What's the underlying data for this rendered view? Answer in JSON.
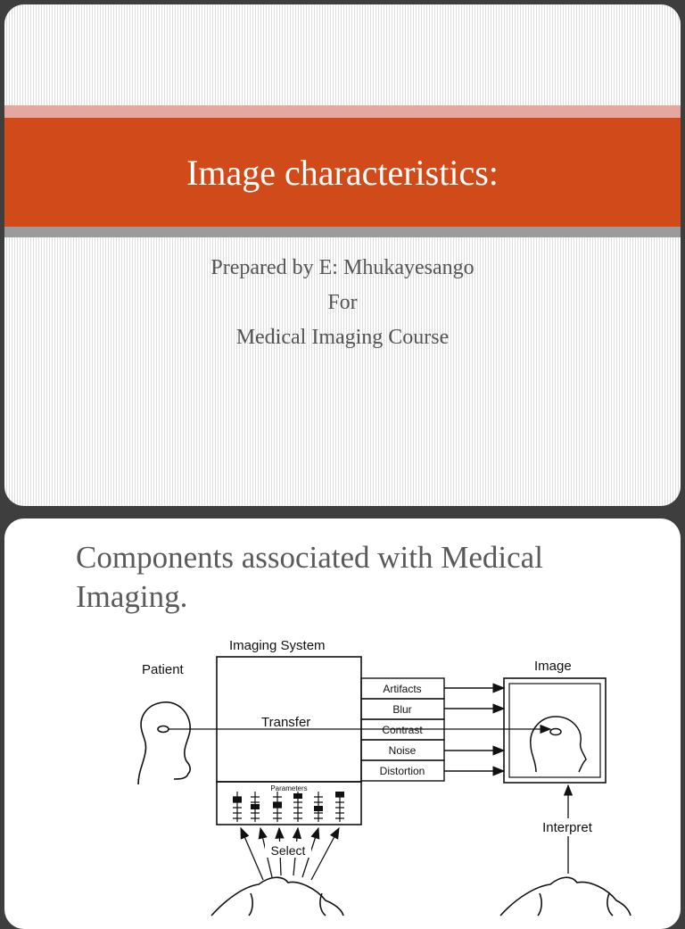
{
  "slide1": {
    "title": "Image characteristics:",
    "subtitle_lines": [
      "Prepared by E: Mhukayesango",
      "For",
      "Medical Imaging Course"
    ],
    "colors": {
      "title_bar": "#d04a1a",
      "accent_bar": "#e4a8a0",
      "shadow_bar": "#9b9b9b"
    }
  },
  "slide2": {
    "heading": "Components associated with Medical Imaging.",
    "diagram": {
      "system_label": "Imaging System",
      "patient_label": "Patient",
      "image_label": "Image",
      "transfer_label": "Transfer",
      "parameters_label": "Parameters",
      "select_label": "Select",
      "interpret_label": "Interpret",
      "characteristics": [
        "Artifacts",
        "Blur",
        "Contrast",
        "Noise",
        "Distortion"
      ]
    }
  }
}
